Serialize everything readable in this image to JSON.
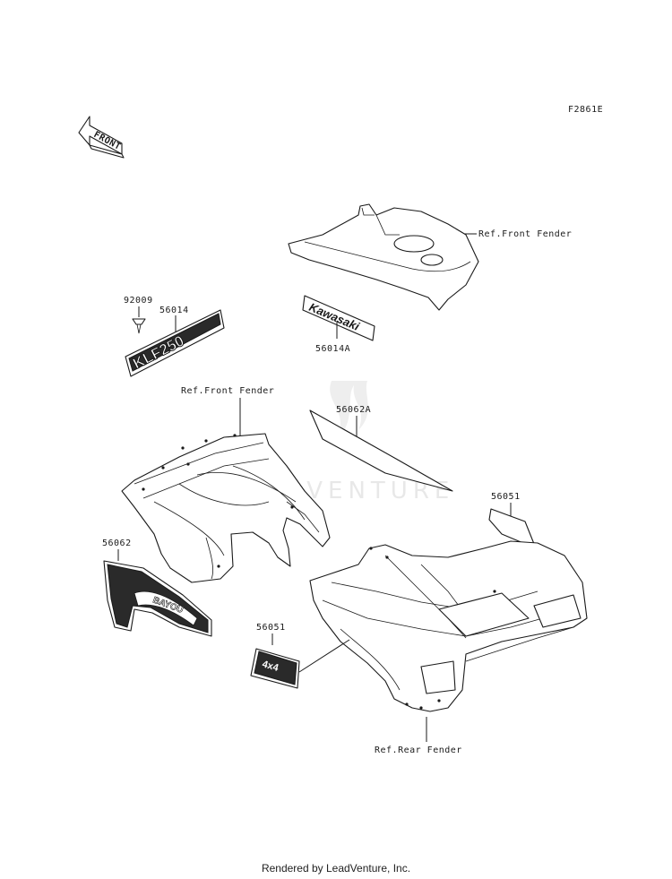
{
  "diagram_code": "F2861E",
  "front_arrow_label": "FRONT",
  "watermark": "LEADVENTURE",
  "callouts": {
    "ref_front_fender_top": "Ref.Front Fender",
    "part_92009": "92009",
    "part_56014": "56014",
    "part_56014A": "56014A",
    "ref_front_fender_mid": "Ref.Front Fender",
    "part_56062A": "56062A",
    "part_56051_right": "56051",
    "part_56062": "56062",
    "part_56051_left": "56051",
    "ref_rear_fender": "Ref.Rear Fender"
  },
  "decal_text": {
    "kawasaki": "Kawasaki",
    "model": "KLF250",
    "bayou": "BAYOU",
    "bayou_4x4": "4x4"
  },
  "footer": "Rendered by LeadVenture, Inc."
}
